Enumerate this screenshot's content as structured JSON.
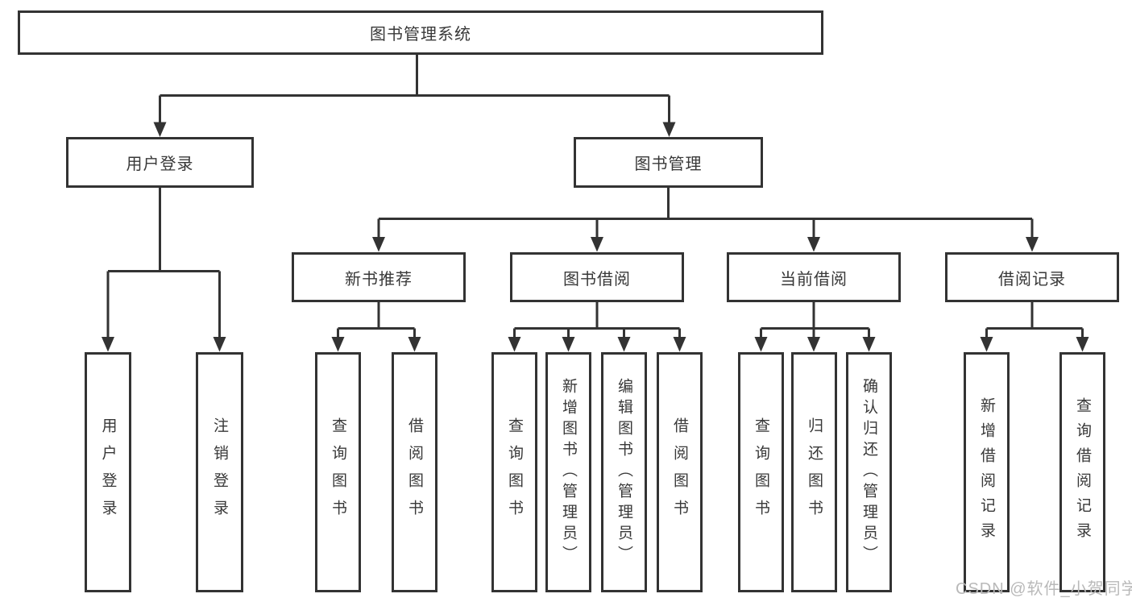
{
  "diagram": {
    "root": {
      "label": "图书管理系统"
    },
    "branches": [
      {
        "label": "用户登录",
        "children": [
          {
            "label": "用户登录"
          },
          {
            "label": "注销登录"
          }
        ]
      },
      {
        "label": "图书管理",
        "children": [
          {
            "label": "新书推荐",
            "children": [
              {
                "label": "查询图书"
              },
              {
                "label": "借阅图书"
              }
            ]
          },
          {
            "label": "图书借阅",
            "children": [
              {
                "label": "查询图书"
              },
              {
                "label": "新增图书（管理员）"
              },
              {
                "label": "编辑图书（管理员）"
              },
              {
                "label": "借阅图书"
              }
            ]
          },
          {
            "label": "当前借阅",
            "children": [
              {
                "label": "查询图书"
              },
              {
                "label": "归还图书"
              },
              {
                "label": "确认归还（管理员）"
              }
            ]
          },
          {
            "label": "借阅记录",
            "children": [
              {
                "label": "新增借阅记录"
              },
              {
                "label": "查询借阅记录"
              }
            ]
          }
        ]
      }
    ]
  },
  "watermark": {
    "text": "CSDN @软件_小贺同学",
    "color": "#b9b9b9"
  },
  "colors": {
    "line": "#333333",
    "border": "#333333",
    "text": "#383838",
    "background": "#ffffff"
  }
}
